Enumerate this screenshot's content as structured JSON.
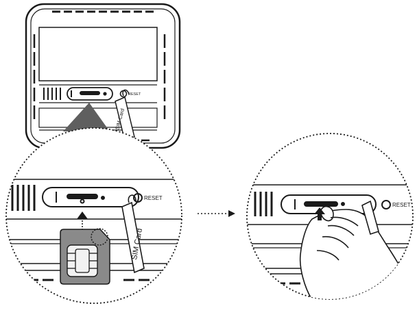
{
  "labels": {
    "reset_top": "RESET",
    "reset_left": "RESET",
    "reset_right": "RESET",
    "sim_card_top": "SIM Card",
    "sim_card_left": "SIM Card"
  },
  "icons": {
    "router": "router-device-icon",
    "magnify_left": "magnifier-circle-icon",
    "magnify_right": "magnifier-circle-icon",
    "sim_chip": "sim-card-icon",
    "hand": "hand-icon",
    "arrow_next": "dotted-arrow-right-icon",
    "push_arrow": "push-up-arrow-icon"
  },
  "colors": {
    "ink": "#1a1a1a",
    "sim_fill": "#8a8a8a",
    "pointer_fill": "#5f5f5f"
  }
}
